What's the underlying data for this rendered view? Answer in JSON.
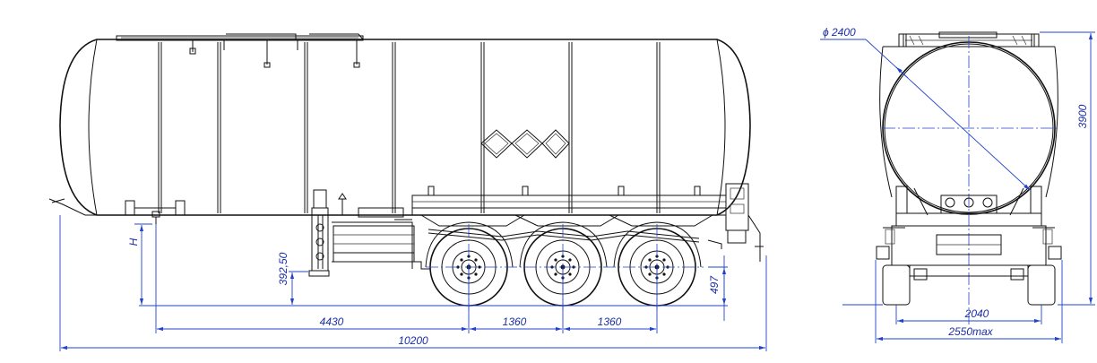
{
  "drawing": {
    "side_view": {
      "dimensions": {
        "overall_length": "10200",
        "kingpin_to_axle": "4430",
        "axle_spacing_1": "1360",
        "axle_spacing_2": "1360",
        "fifth_wheel_height": "392,50",
        "height_symbol": "H",
        "rear_height": "497"
      }
    },
    "rear_view": {
      "dimensions": {
        "tank_diameter": "ϕ 2400",
        "overall_height": "3900",
        "track_width": "2040",
        "overall_width": "2550max"
      }
    }
  },
  "colors": {
    "outline": "#111111",
    "dimension": "#2244cc",
    "dimension_text": "#1b2ea8",
    "background": "#ffffff"
  }
}
